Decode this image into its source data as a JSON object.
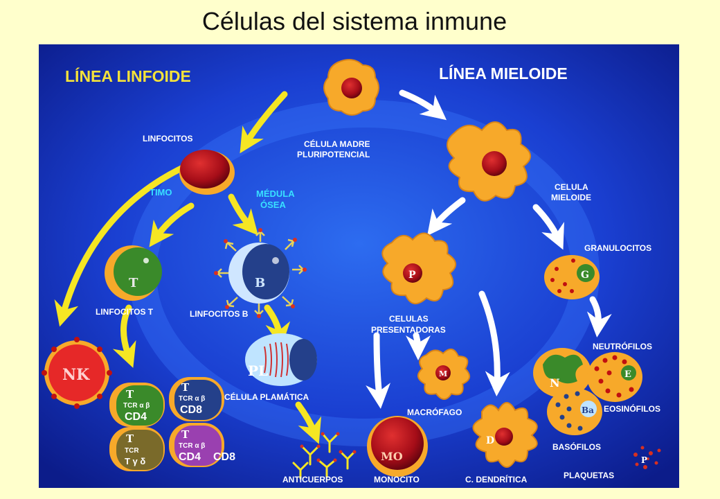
{
  "title": "Células del sistema inmune",
  "headings": {
    "lymphoid": "LÍNEA LINFOIDE",
    "myeloid": "LÍNEA MIELOIDE"
  },
  "labels": {
    "stem_cell_1": "CÉLULA MADRE",
    "stem_cell_2": "PLURIPOTENCIAL",
    "lymphocytes": "LINFOCITOS",
    "thymus": "TIMO",
    "bone_marrow_1": "MÉDULA",
    "bone_marrow_2": "ÓSEA",
    "t_lymphocytes": "LINFOCITOS T",
    "b_lymphocytes": "LINFOCITOS B",
    "plasma_cell": "CÉLULA PLAMÁTICA",
    "antibodies": "ANTICUERPOS",
    "myeloid_cell_1": "CELULA",
    "myeloid_cell_2": "MIELOIDE",
    "granulocytes": "GRANULOCITOS",
    "apc_1": "CELULAS",
    "apc_2": "PRESENTADORAS",
    "macrophage": "MACRÓFAGO",
    "monocyte": "MONOCITO",
    "dendritic": "C. DENDRÍTICA",
    "neutrophils": "NEUTRÓFILOS",
    "eosinophils": "EOSINÓFILOS",
    "basophils": "BASÓFILOS",
    "platelets": "PLAQUETAS"
  },
  "cell_letters": {
    "t": "T",
    "b": "B",
    "nk": "NK",
    "pl": "PL",
    "p": "P",
    "m": "M",
    "mo": "MO",
    "d": "D",
    "g": "G",
    "n": "N",
    "e": "E",
    "ba": "Ba",
    "platelet": "P"
  },
  "tcells": {
    "cd4_letter": "T",
    "cd4_tcr": "TCR α β",
    "cd4_marker": "CD4",
    "cd8_letter": "T",
    "cd8_tcr": "TCR α β",
    "cd8_marker": "CD8",
    "gd_letter": "T",
    "gd_tcr": "TCR",
    "gd_sub": "T γ δ",
    "nkt_letter": "T",
    "nkt_tcr": "TCR α β",
    "nkt_marker": "CD4",
    "nkt_marker2": "CD8"
  },
  "colors": {
    "background": "#1a3fd1",
    "arrow": "#f5e623",
    "white_arrow": "#ffffff",
    "orange": "#f7a92a",
    "red_nucleus": "#b2101b",
    "green": "#3a8a2a",
    "blue_b": "#24408a",
    "purple": "#9a40b0",
    "heading_yellow": "#f4e23a"
  }
}
